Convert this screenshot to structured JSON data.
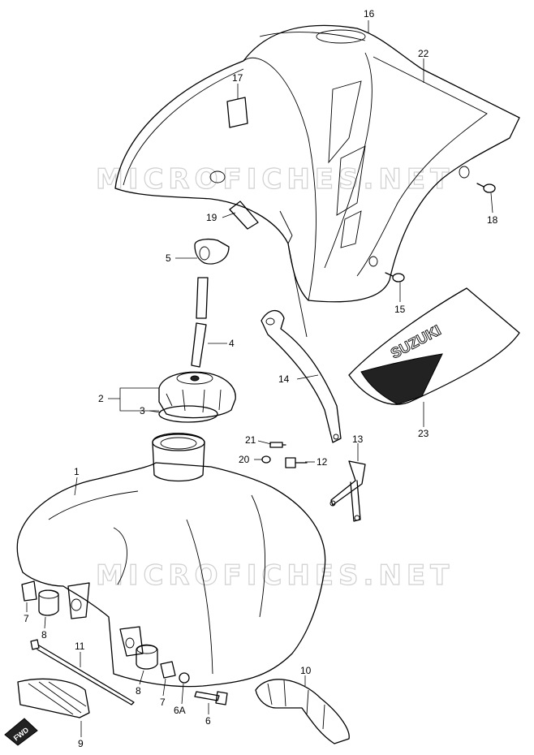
{
  "watermark": "MICROFICHES.NET",
  "fwd_label": "FWD",
  "decal_text": "SUZUKI",
  "callouts": [
    {
      "id": "c16",
      "text": "16"
    },
    {
      "id": "c22",
      "text": "22"
    },
    {
      "id": "c17",
      "text": "17"
    },
    {
      "id": "c18",
      "text": "18"
    },
    {
      "id": "c19",
      "text": "19"
    },
    {
      "id": "c5",
      "text": "5"
    },
    {
      "id": "c15",
      "text": "15"
    },
    {
      "id": "c4",
      "text": "4"
    },
    {
      "id": "c14",
      "text": "14"
    },
    {
      "id": "c2",
      "text": "2"
    },
    {
      "id": "c3",
      "text": "3"
    },
    {
      "id": "c23",
      "text": "23"
    },
    {
      "id": "c21",
      "text": "21"
    },
    {
      "id": "c13",
      "text": "13"
    },
    {
      "id": "c20",
      "text": "20"
    },
    {
      "id": "c12",
      "text": "12"
    },
    {
      "id": "c1",
      "text": "1"
    },
    {
      "id": "c7a",
      "text": "7"
    },
    {
      "id": "c8a",
      "text": "8"
    },
    {
      "id": "c11",
      "text": "11"
    },
    {
      "id": "c10",
      "text": "10"
    },
    {
      "id": "c8b",
      "text": "8"
    },
    {
      "id": "c7b",
      "text": "7"
    },
    {
      "id": "c6A",
      "text": "6A"
    },
    {
      "id": "c6",
      "text": "6"
    },
    {
      "id": "c9",
      "text": "9"
    }
  ]
}
